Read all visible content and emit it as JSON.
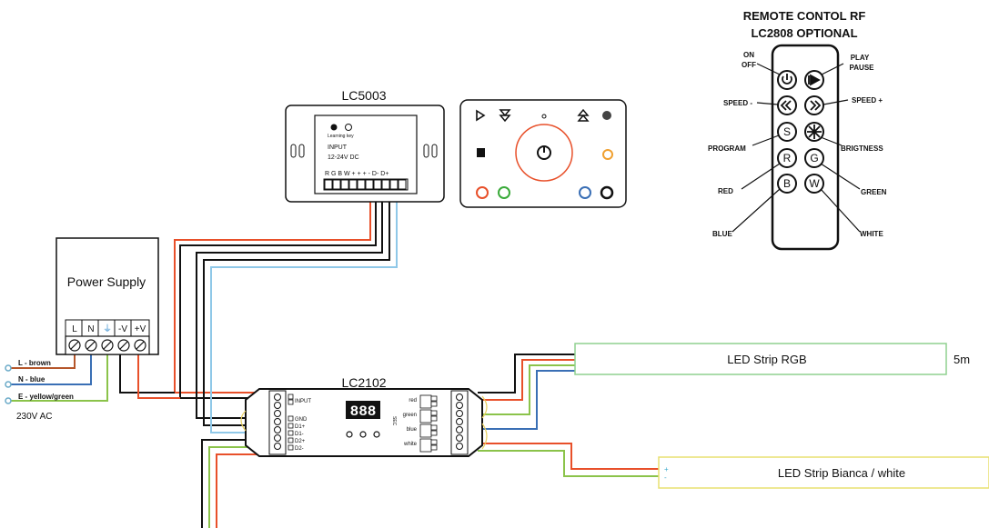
{
  "remote": {
    "title_line1": "REMOTE CONTOL RF",
    "title_line2": "LC2808 OPTIONAL",
    "labels": {
      "on_off_1": "ON",
      "on_off_2": "OFF",
      "play_1": "PLAY",
      "play_2": "PAUSE",
      "speed_minus": "SPEED -",
      "speed_plus": "SPEED +",
      "program": "PROGRAM",
      "brightness": "BRIGTNESS",
      "red": "RED",
      "green": "GREEN",
      "blue": "BLUE",
      "white": "WHITE"
    },
    "keys": {
      "s": "S",
      "r": "R",
      "g": "G",
      "b": "B",
      "w": "W"
    }
  },
  "lc5003": {
    "title": "LC5003",
    "learning_key": "Learning key",
    "input_1": "INPUT",
    "input_2": "12-24V DC",
    "terminals": "R G B W + + +  -  D- D+"
  },
  "power_supply": {
    "title": "Power Supply",
    "terminals": [
      "L",
      "N",
      "⏚",
      "-V",
      "+V"
    ]
  },
  "mains": {
    "l": "L - brown",
    "n": "N - blue",
    "e": "E - yellow/green",
    "voltage": "230V AC"
  },
  "lc2102": {
    "title": "LC2102",
    "display": "888",
    "left_labels": [
      "INPUT",
      "GND",
      "D1+",
      "D1-",
      "D2+",
      "D2-"
    ],
    "right_labels": [
      "red",
      "green",
      "blue",
      "white"
    ],
    "sec": "SEC"
  },
  "strip_rgb": {
    "label": "LED Strip RGB",
    "length": "5m"
  },
  "strip_white": {
    "label": "LED Strip Bianca / white",
    "plus": "+",
    "minus": "-"
  },
  "colors": {
    "brown": "#b5562a",
    "blue": "#3a6fb5",
    "yellowgreen": "#8bc34a",
    "red": "#e8502a",
    "lightblue": "#8fc8e8",
    "rgb_border": "#8fd08f",
    "white_border": "#e8e070"
  }
}
